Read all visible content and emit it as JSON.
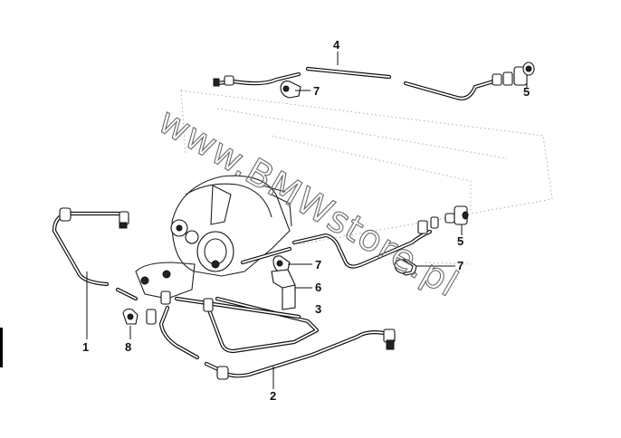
{
  "watermark": "www.BMWstore.pl",
  "callouts": {
    "c1": "1",
    "c2": "2",
    "c3": "3",
    "c4": "4",
    "c5a": "5",
    "c5b": "5",
    "c6": "6",
    "c7a": "7",
    "c7b": "7",
    "c7c": "7",
    "c8": "8"
  }
}
